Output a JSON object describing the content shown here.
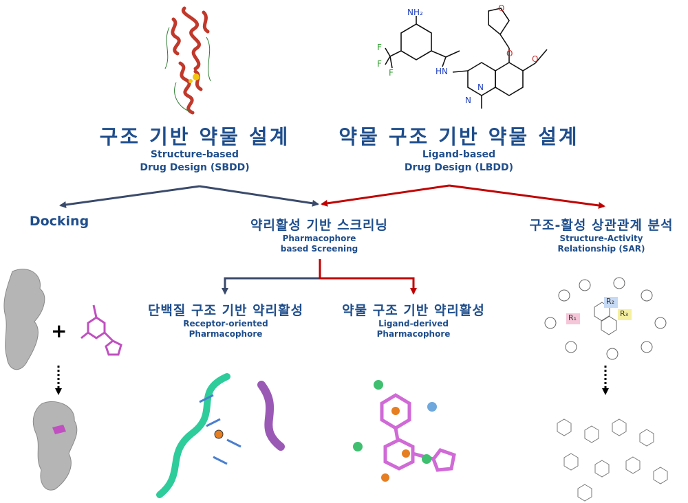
{
  "sbdd": {
    "title_ko": "구조 기반 약물 설계",
    "title_en_line1": "Structure-based",
    "title_en_line2": "Drug Design (SBDD)"
  },
  "lbdd": {
    "title_ko": "약물 구조 기반 약물 설계",
    "title_en_line1": "Ligand-based",
    "title_en_line2": "Drug Design (LBDD)"
  },
  "docking": {
    "label": "Docking"
  },
  "pharmacophore_screening": {
    "title_ko": "약리활성 기반 스크리닝",
    "title_en_line1": "Pharmacophore",
    "title_en_line2": "based Screening"
  },
  "receptor_oriented": {
    "title_ko": "단백질 구조 기반 약리활성",
    "title_en_line1": "Receptor-oriented",
    "title_en_line2": "Pharmacophore"
  },
  "ligand_derived": {
    "title_ko": "약물 구조 기반 약리활성",
    "title_en_line1": "Ligand-derived",
    "title_en_line2": "Pharmacophore"
  },
  "sar": {
    "title_ko": "구조-활성 상관관계 분석",
    "title_en_line1": "Structure-Activity",
    "title_en_line2": "Relationship (SAR)"
  },
  "molecule_labels": {
    "amine": "NH₂",
    "f1": "F",
    "f2": "F",
    "f3": "F",
    "nh": "HN",
    "n1": "N",
    "n2": "N",
    "o_ether": "O",
    "o_ring": "O",
    "o_methoxy": "O"
  },
  "plus_sign": "+",
  "sar_groups": {
    "r1": "R₁",
    "r2": "R₂",
    "r3": "R₃"
  },
  "colors": {
    "sbdd_arrow": "#3a4a6b",
    "lbdd_arrow": "#c00000",
    "text": "#1f4e8c",
    "protein": "#c0392b",
    "surface": "#b5b5b5",
    "ligand": "#c050c0"
  }
}
